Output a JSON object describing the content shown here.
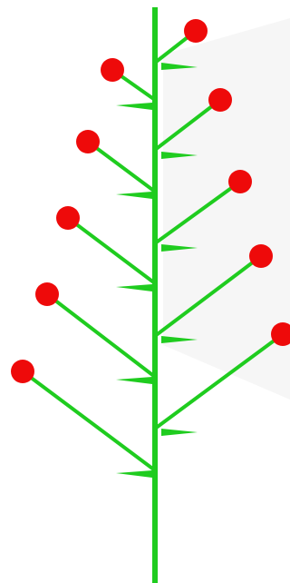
{
  "colors": {
    "background": "#ffffff",
    "stem": "#1fcc1f",
    "fruit": "#ee0a0a",
    "shadow": "#f2f2f2"
  },
  "diagram": {
    "kind": "plant-branching",
    "stem_count": 1,
    "branch_count": 10,
    "fruit_count": 10,
    "leaf_count": 10,
    "branch_sides": [
      "right",
      "left",
      "right",
      "left",
      "right",
      "left",
      "right",
      "left",
      "right",
      "left"
    ]
  }
}
